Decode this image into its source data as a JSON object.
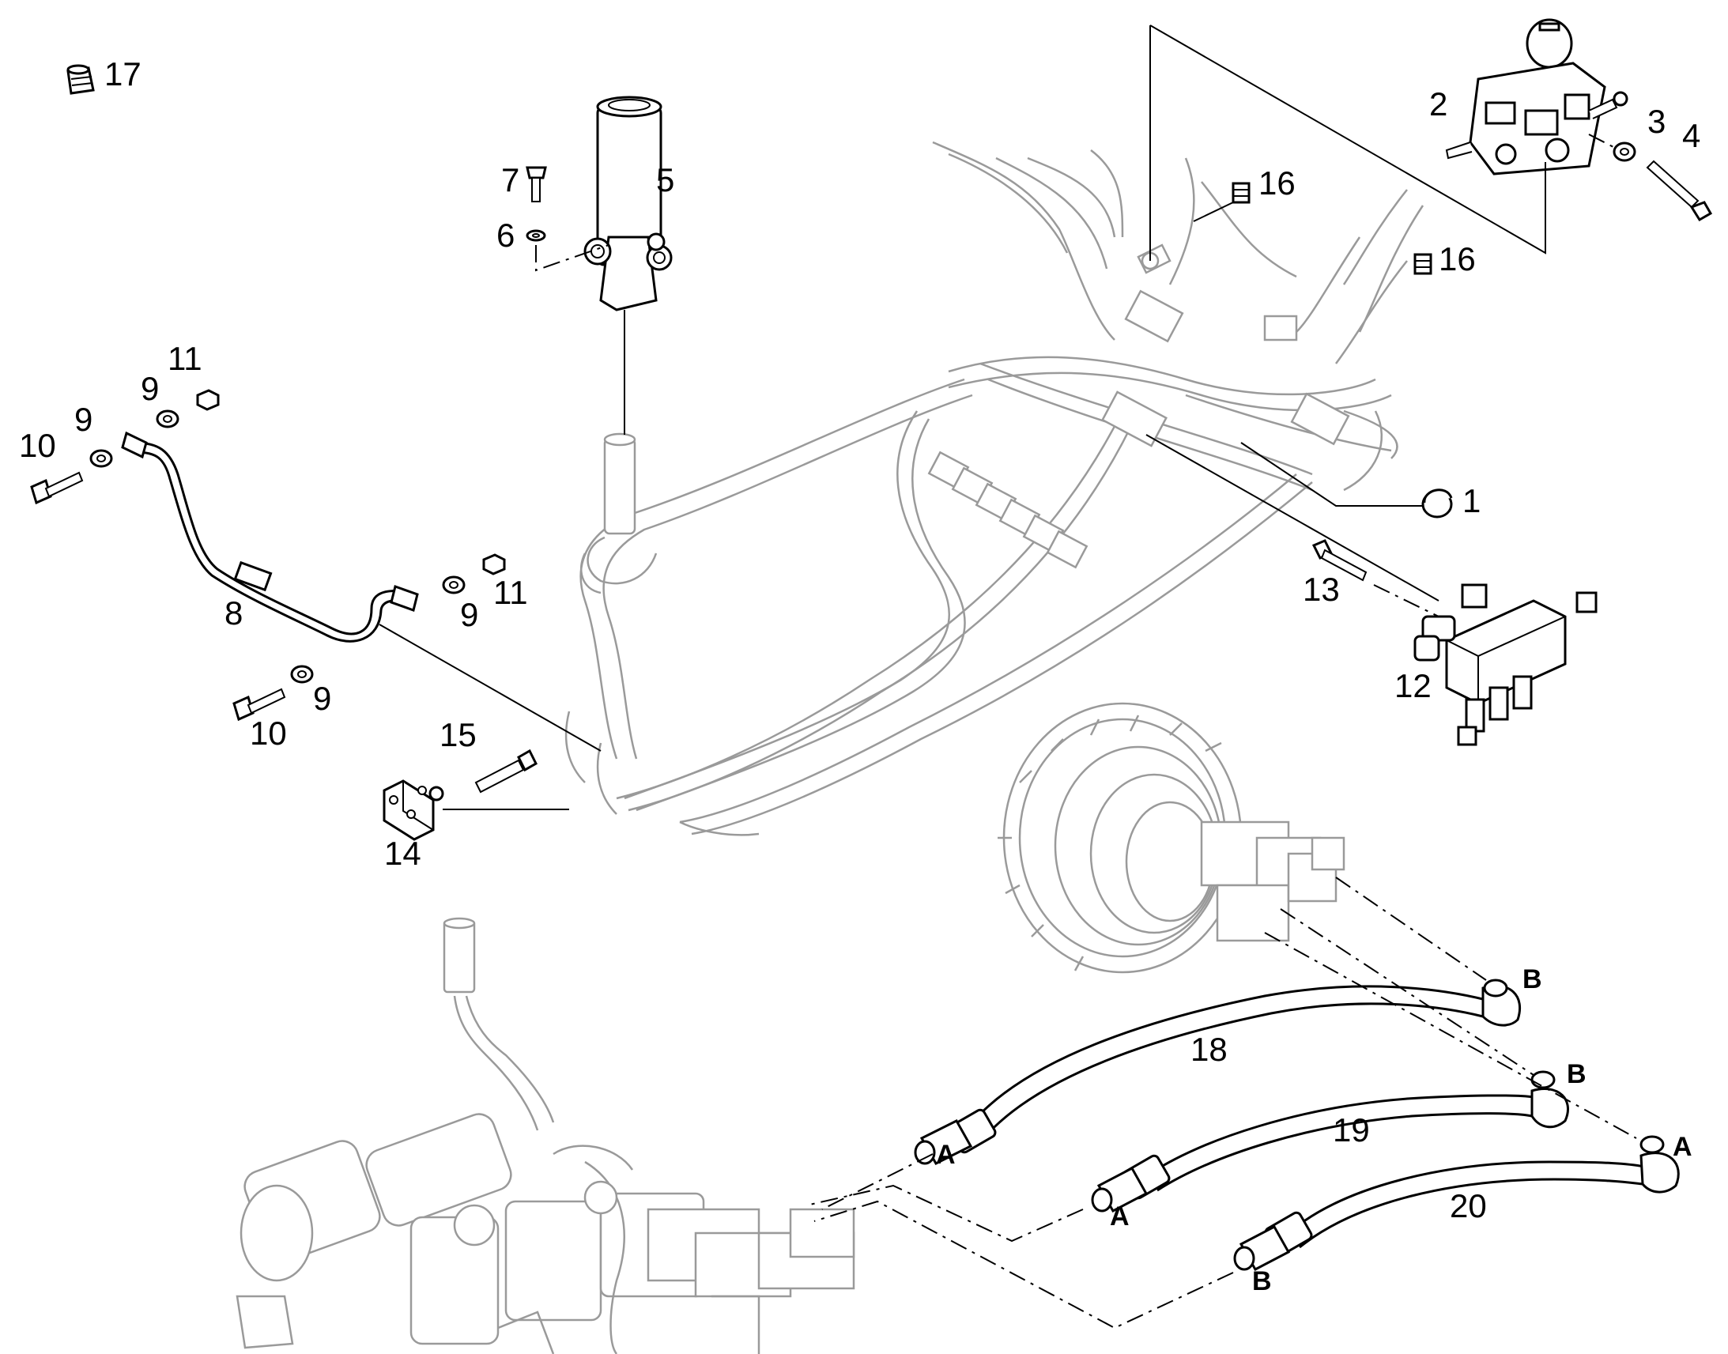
{
  "callouts": {
    "c1": "1",
    "c2": "2",
    "c3": "3",
    "c4": "4",
    "c5": "5",
    "c6": "6",
    "c7": "7",
    "c8": "8",
    "c9a": "9",
    "c9b": "9",
    "c9c": "9",
    "c9d": "9",
    "c10a": "10",
    "c10b": "10",
    "c11a": "11",
    "c11b": "11",
    "c12": "12",
    "c13": "13",
    "c14": "14",
    "c15": "15",
    "c16a": "16",
    "c16b": "16",
    "c17": "17",
    "c18": "18",
    "c19": "19",
    "c20": "20"
  },
  "ports": {
    "h18_a": "A",
    "h18_b": "B",
    "h19_a": "A",
    "h19_b": "B",
    "h20_a": "A",
    "h20_b": "B"
  }
}
